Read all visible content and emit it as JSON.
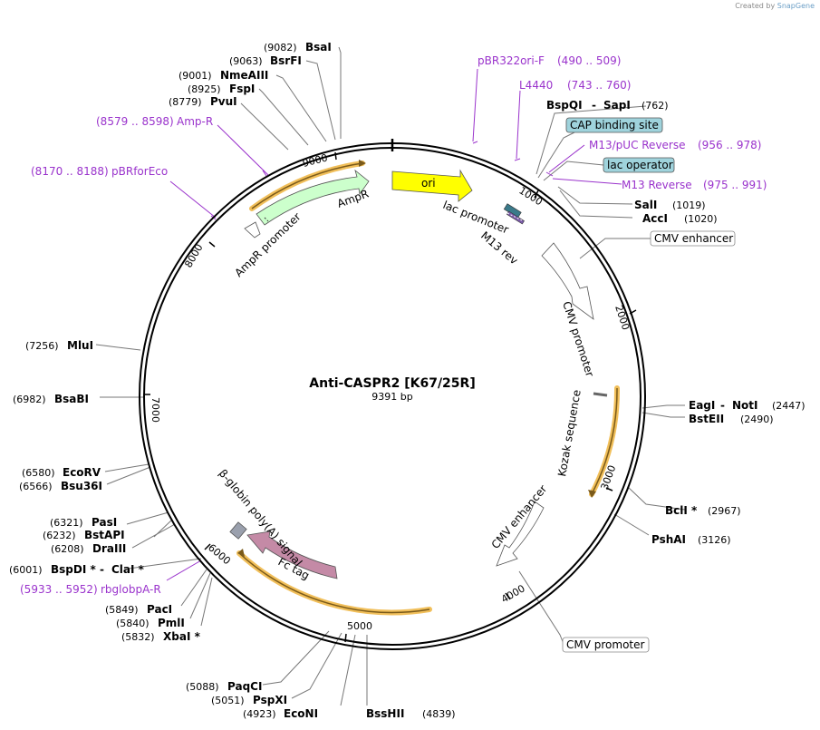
{
  "credit": {
    "prefix": "Created by",
    "brand": "SnapGene"
  },
  "plasmid": {
    "name": "Anti-CASPR2 [K67/25R]",
    "size": "9391 bp"
  },
  "ticks": [
    "1000",
    "2000",
    "3000",
    "4000",
    "5000",
    "6000",
    "7000",
    "8000",
    "9000"
  ],
  "sites": [
    {
      "name": "BsaI",
      "pos": "(9082)"
    },
    {
      "name": "BsrFI",
      "pos": "(9063)"
    },
    {
      "name": "NmeAIII",
      "pos": "(9001)"
    },
    {
      "name": "FspI",
      "pos": "(8925)"
    },
    {
      "name": "PvuI",
      "pos": "(8779)"
    },
    {
      "name": "BspQI",
      "sep": " - ",
      "name2": "SapI",
      "pos": "(762)"
    },
    {
      "name": "SalI",
      "pos": "(1019)"
    },
    {
      "name": "AccI",
      "pos": "(1020)"
    },
    {
      "name": "EagI",
      "sep": " - ",
      "name2": "NotI",
      "pos": "(2447)"
    },
    {
      "name": "BstEII",
      "pos": "(2490)"
    },
    {
      "name": "BclI *",
      "pos": "(2967)"
    },
    {
      "name": "PshAI",
      "pos": "(3126)"
    },
    {
      "name": "BssHII",
      "pos": "(4839)"
    },
    {
      "name": "EcoNI",
      "pos": "(4923)"
    },
    {
      "name": "PspXI",
      "pos": "(5051)"
    },
    {
      "name": "PaqCI",
      "pos": "(5088)"
    },
    {
      "name": "XbaI *",
      "pos": "(5832)"
    },
    {
      "name": "PmlI",
      "pos": "(5840)"
    },
    {
      "name": "PacI",
      "pos": "(5849)"
    },
    {
      "name": "BspDI *",
      "sep": " - ",
      "name2": "ClaI *",
      "pos": "(6001)"
    },
    {
      "name": "DraIII",
      "pos": "(6208)"
    },
    {
      "name": "BstAPI",
      "pos": "(6232)"
    },
    {
      "name": "PasI",
      "pos": "(6321)"
    },
    {
      "name": "Bsu36I",
      "pos": "(6566)"
    },
    {
      "name": "EcoRV",
      "pos": "(6580)"
    },
    {
      "name": "BsaBI",
      "pos": "(6982)"
    },
    {
      "name": "MluI",
      "pos": "(7256)"
    }
  ],
  "primers": [
    {
      "name": "pBR322ori-F",
      "range": "(490 .. 509)"
    },
    {
      "name": "L4440",
      "range": "(743 .. 760)"
    },
    {
      "name": "M13/pUC Reverse",
      "range": "(956 .. 978)"
    },
    {
      "name": "M13 Reverse",
      "range": "(975 .. 991)"
    },
    {
      "name": "Amp-R",
      "range": "(8579 .. 8598)"
    },
    {
      "name": "pBRforEco",
      "range": "(8170 .. 8188)"
    },
    {
      "name": "rbglobpA-R",
      "range": "(5933 .. 5952)"
    }
  ],
  "boxed_labels": [
    "CAP binding site",
    "lac operator",
    "CMV enhancer",
    "CMV promoter"
  ],
  "features": [
    "ori",
    "lac promoter",
    "M13 rev",
    "CMV promoter",
    "Kozak sequence",
    "CMV enhancer",
    "Fc tag",
    "β-globin poly(A) signal",
    "AmpR",
    "AmpR promoter"
  ],
  "colors": {
    "primer": "#9a33cc",
    "ori": "#ffff00",
    "ampr": "#ccffcc",
    "fctag": "#c48aa6",
    "highlight": "#f0b848",
    "boxfill": "#9fd3dc"
  }
}
